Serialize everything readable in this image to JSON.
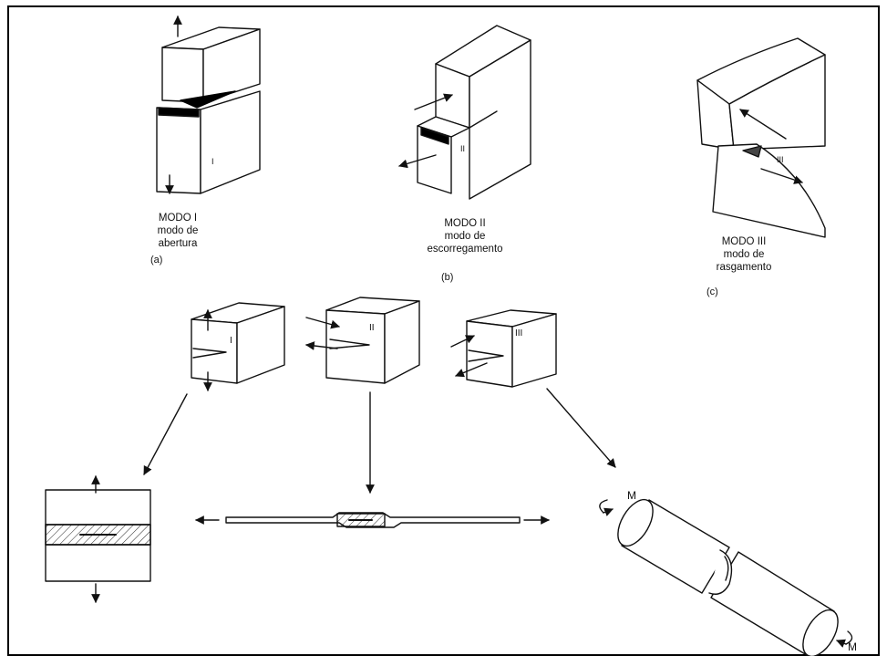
{
  "modes": [
    {
      "roman": "I",
      "title": "MODO I",
      "desc_1": "modo de",
      "desc_2": "abertura",
      "tag": "(a)"
    },
    {
      "roman": "II",
      "title": "MODO II",
      "desc_1": "modo de",
      "desc_2": "escorregamento",
      "tag": "(b)"
    },
    {
      "roman": "III",
      "title": "MODO III",
      "desc_1": "modo de",
      "desc_2": "rasgamento",
      "tag": "(c)"
    }
  ],
  "small_blocks": [
    "I",
    "II",
    "III"
  ],
  "moment_label": "M"
}
